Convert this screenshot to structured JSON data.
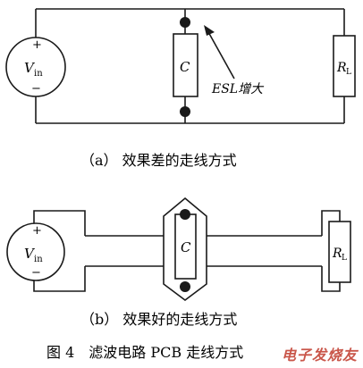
{
  "circuit_a": {
    "source_label": "V",
    "source_sub": "in",
    "plus": "+",
    "minus": "−",
    "cap_label": "C",
    "load_label": "R",
    "load_sub": "L",
    "annotation": "ESL增大",
    "caption": "（a） 效果差的走线方式"
  },
  "circuit_b": {
    "source_label": "V",
    "source_sub": "in",
    "plus": "+",
    "minus": "−",
    "cap_label": "C",
    "load_label": "R",
    "load_sub": "L",
    "caption": "（b） 效果好的走线方式"
  },
  "figure_caption": "图 4　滤波电路 PCB 走线方式",
  "watermark": "电子发烧友"
}
